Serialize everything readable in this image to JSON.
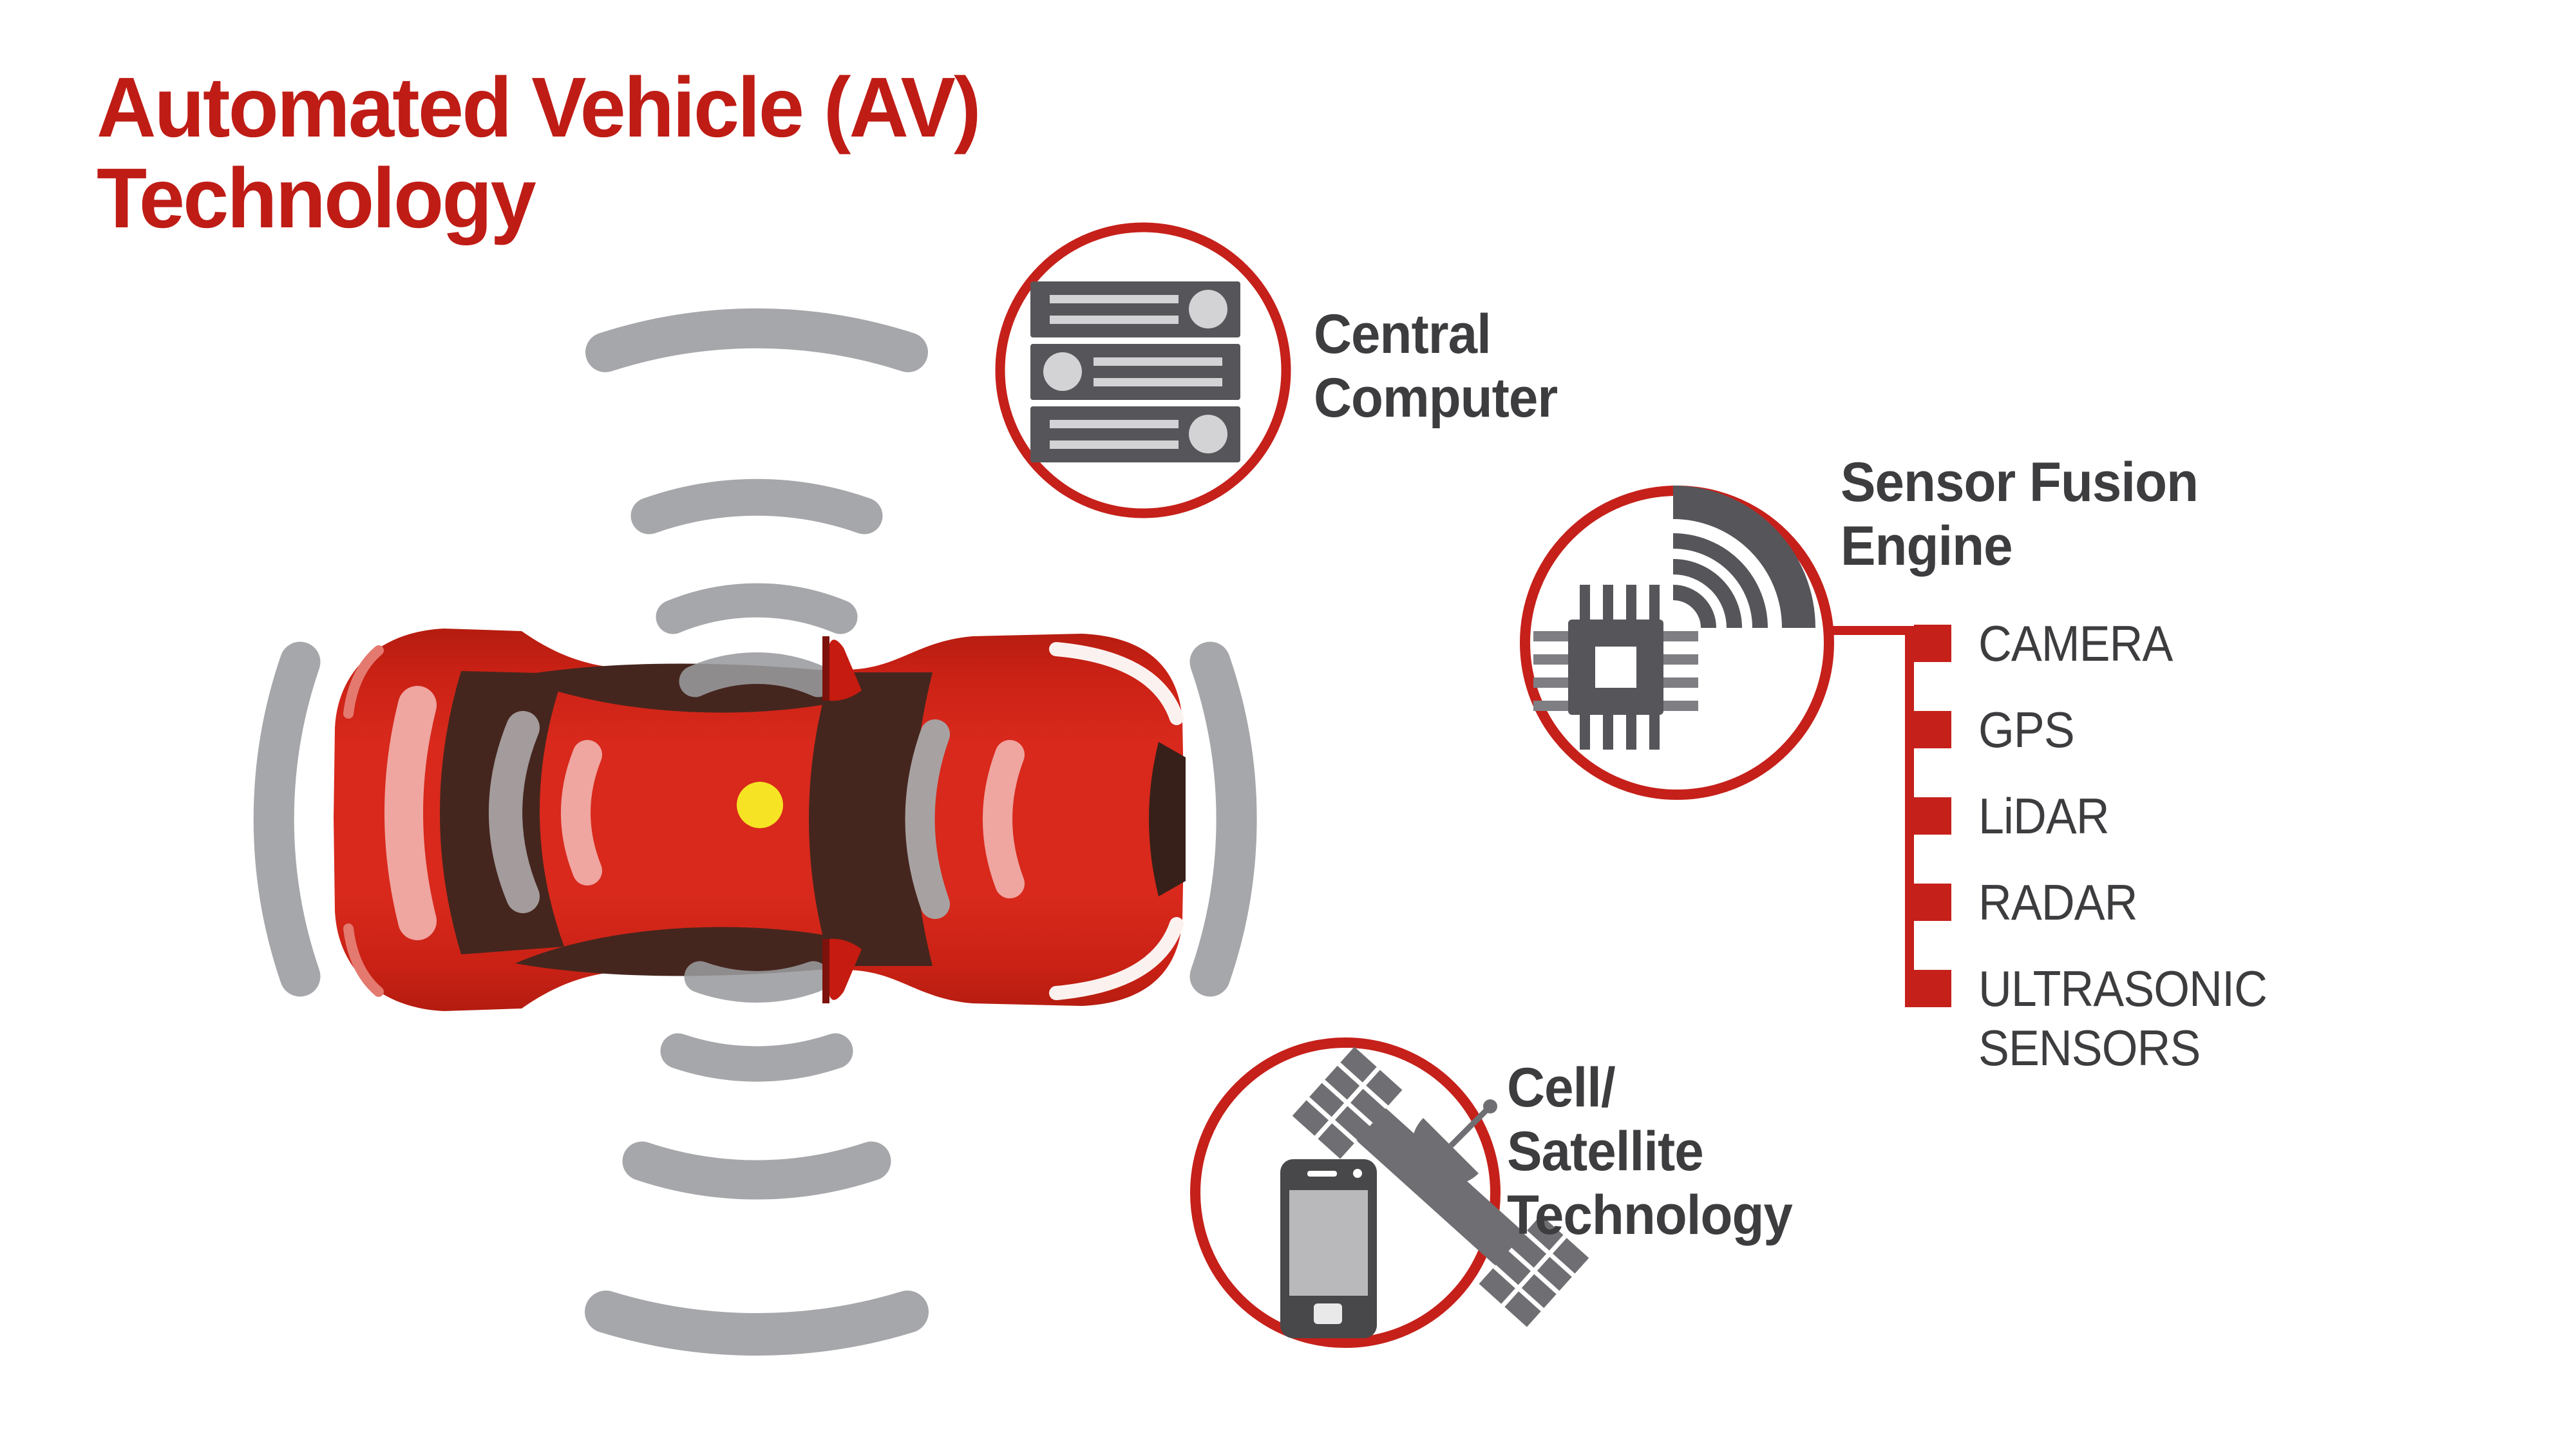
{
  "title": {
    "line1": "Automated Vehicle (AV)",
    "line2": "Technology"
  },
  "nodes": {
    "central_computer": {
      "line1": "Central",
      "line2": "Computer",
      "icon": "server-icon"
    },
    "sensor_fusion": {
      "line1": "Sensor Fusion",
      "line2": "Engine",
      "icon": "chip-radar-icon"
    },
    "cell_satellite": {
      "line1": "Cell/",
      "line2": "Satellite",
      "line3": "Technology",
      "icon": "phone-satellite-icon"
    }
  },
  "sensor_list": {
    "items": [
      {
        "label": "CAMERA"
      },
      {
        "label": "GPS"
      },
      {
        "label": "LiDAR"
      },
      {
        "label": "RADAR"
      },
      {
        "label": "ULTRASONIC SENSORS"
      }
    ]
  },
  "vehicle": {
    "description": "red car seen from above emitting ultrasonic/sonar waves on all four sides",
    "sensor_dot": "yellow roof sensor dot"
  },
  "colors": {
    "accent_red": "#c6201a",
    "title_red": "#bf1c16",
    "car_red": "#d8291c",
    "window_brown": "#45261e",
    "wave_gray": "#9a9b9e",
    "icon_gray": "#56565a",
    "satellite_gray": "#6f6f73",
    "text_dark": "#3d3d40",
    "sensor_yellow": "#f6e424",
    "background": "#ffffff"
  }
}
